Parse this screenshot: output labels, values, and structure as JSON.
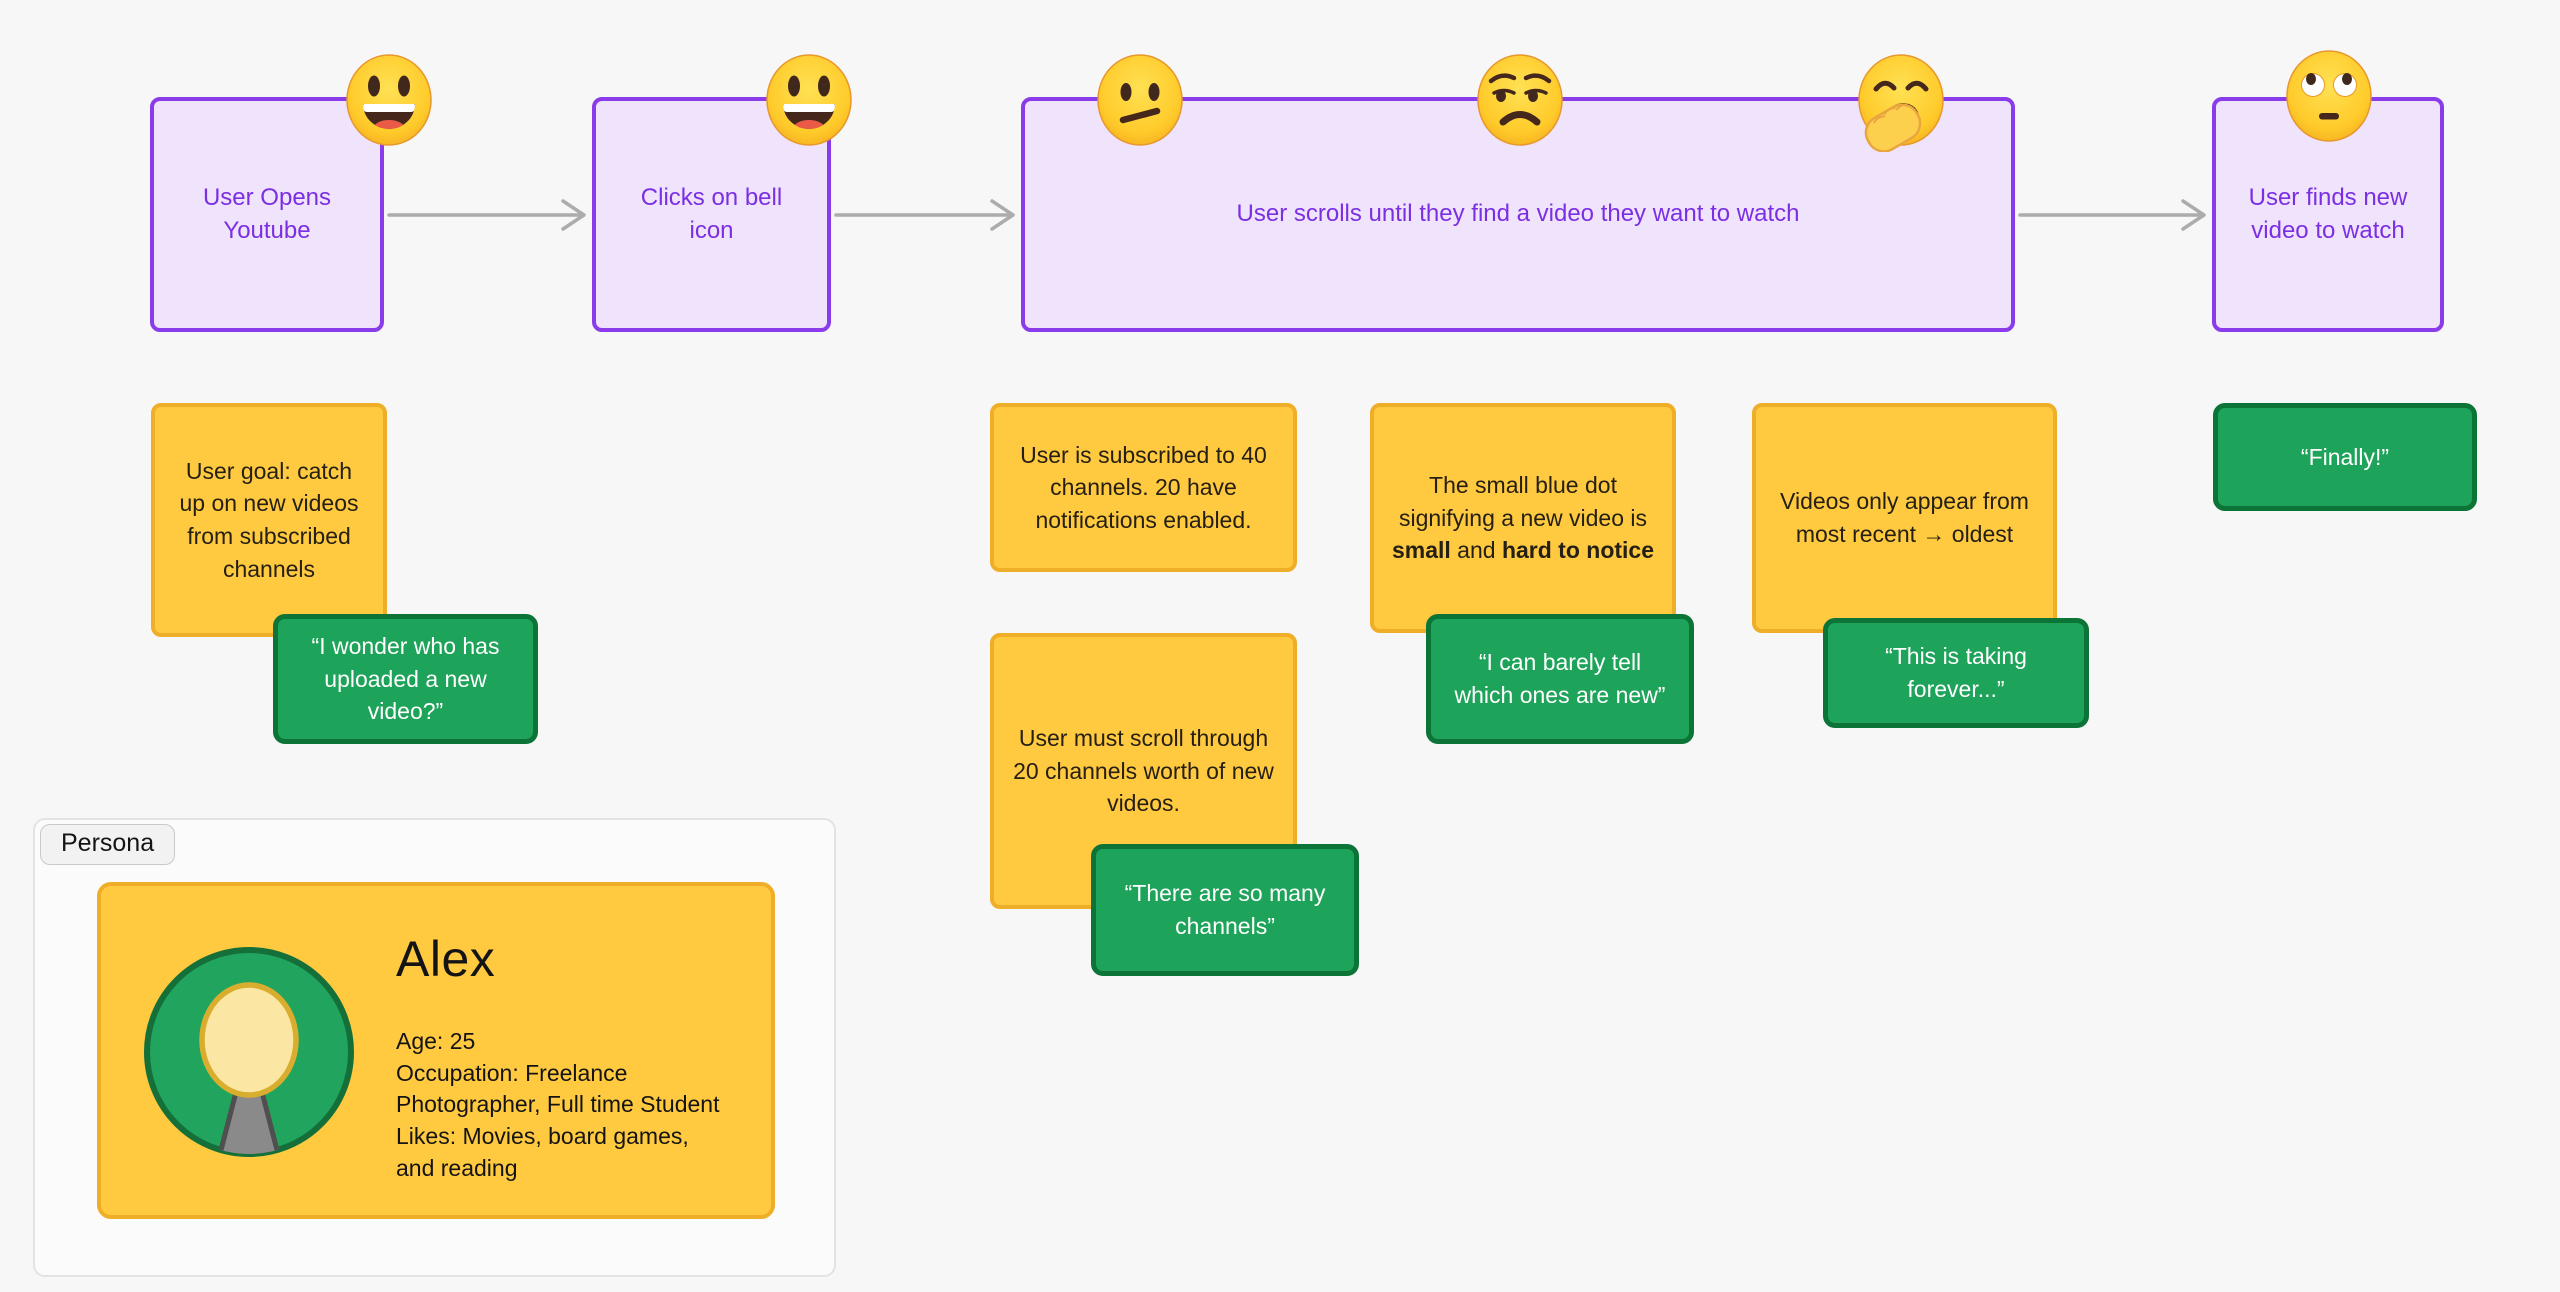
{
  "flow": {
    "step1": "User Opens Youtube",
    "step2": "Clicks on bell icon",
    "step3": "User scrolls until they find a video they want to watch",
    "step4": "User finds new video to watch"
  },
  "icons": {
    "step1_emoji": "grinning-face",
    "step2_emoji": "grinning-face",
    "step3_emojis": [
      "confused-face",
      "unamused-face",
      "yawning-face"
    ],
    "step4_emoji": "face-with-rolling-eyes"
  },
  "sticky_notes": {
    "user_goal": "User goal: catch up on new videos from subscribed channels",
    "subscribed": "User is subscribed to 40 channels. 20 have notifications enabled.",
    "blue_dot_prefix": "The small blue dot signifying a new video is ",
    "blue_dot_bold1": "small",
    "blue_dot_mid": " and ",
    "blue_dot_bold2": "hard to notice",
    "recency": "Videos only appear from most recent → oldest",
    "must_scroll": "User must scroll through 20 channels worth of new videos."
  },
  "quotes": {
    "wonder": "“I wonder who has uploaded a new video?”",
    "barely": "“I can barely tell which ones are new”",
    "forever": "“This is taking forever...”",
    "finally": "“Finally!”",
    "so_many": "“There are so many channels”"
  },
  "persona": {
    "section_label": "Persona",
    "name": "Alex",
    "details": "Age: 25\nOccupation: Freelance Photographer, Full time Student\nLikes: Movies, board games, and reading"
  },
  "colors": {
    "canvas_bg": "#F7F7F8",
    "flow_fill": "#F0E3FC",
    "flow_border": "#8A3BEA",
    "flow_text": "#7B2FE3",
    "yellow_fill": "#FFC940",
    "yellow_border": "#EFAE27",
    "green_fill": "#1EA35A",
    "green_border": "#0C7437",
    "arrow": "#ACACAC",
    "avatar_green": "#21A45D",
    "avatar_green_border": "#156F38",
    "avatar_head": "#FBE7A3",
    "avatar_head_border": "#D9AE2E",
    "avatar_body": "#8A8A8A"
  }
}
